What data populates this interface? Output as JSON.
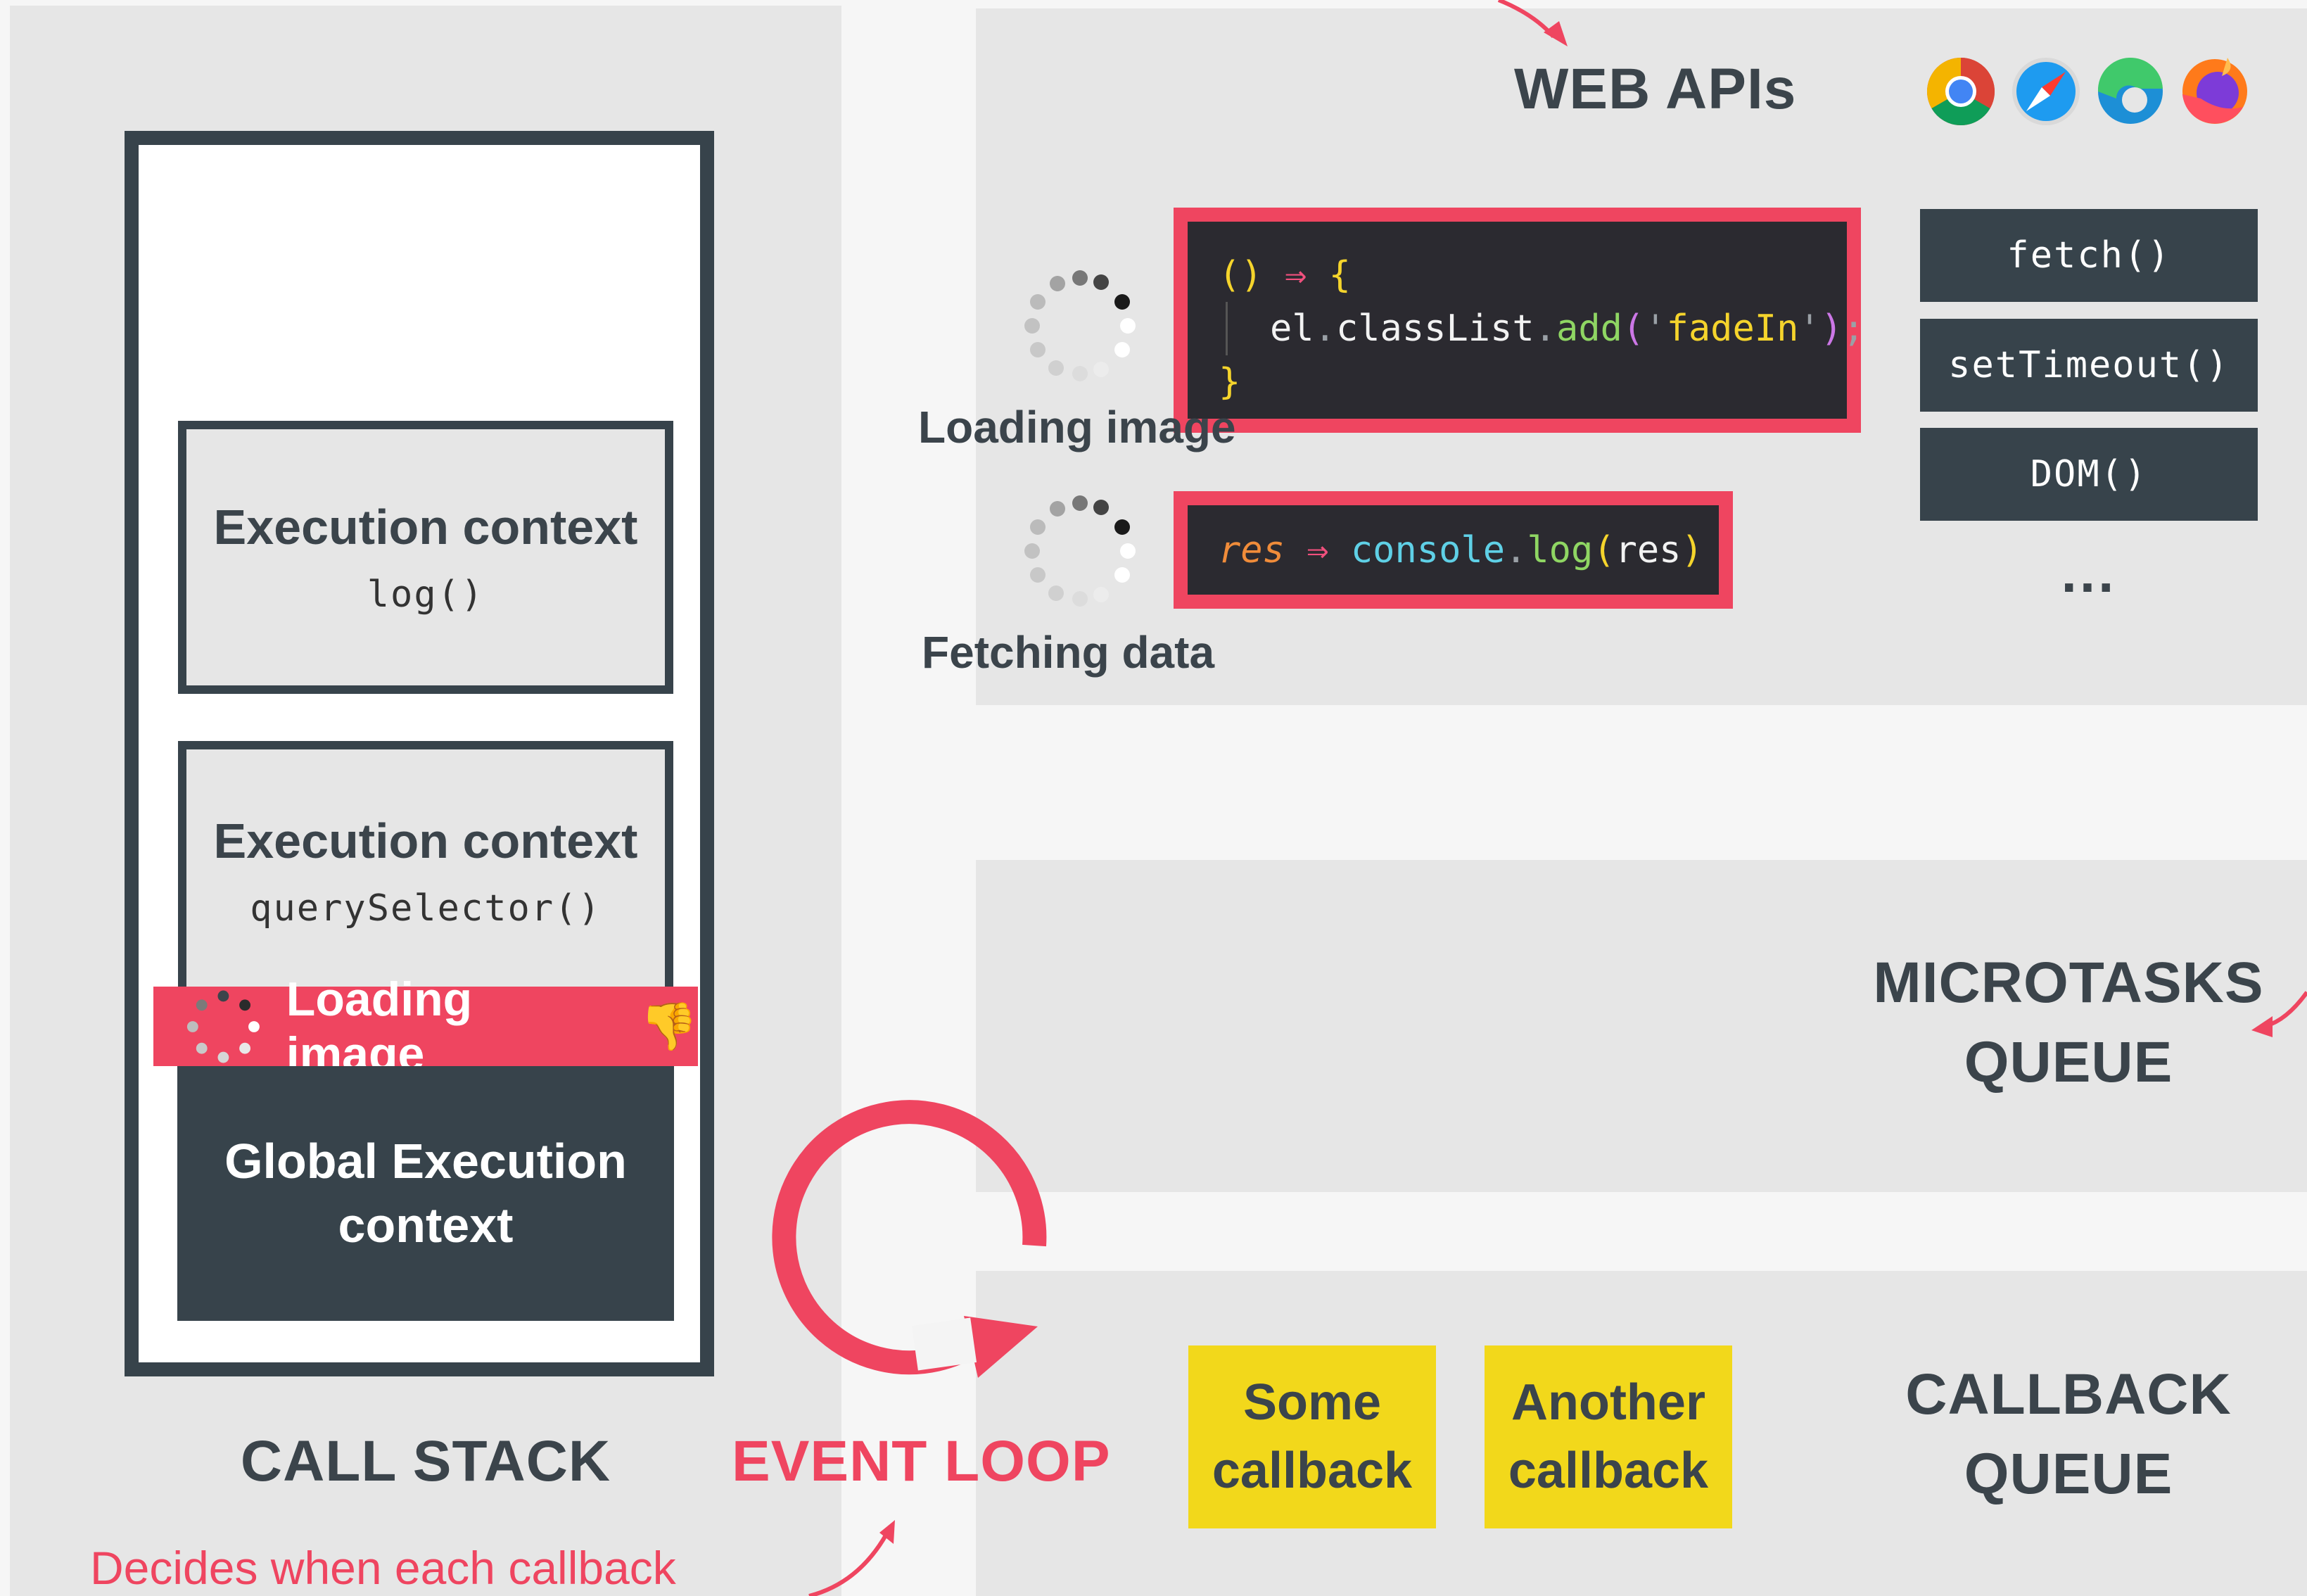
{
  "call_stack": {
    "label": "CALL STACK",
    "frames": [
      {
        "title": "Execution context",
        "code": "log()"
      },
      {
        "title": "Execution context",
        "code": "querySelector()"
      }
    ],
    "blocking_banner": {
      "text": "Loading image",
      "emoji": "👎"
    },
    "global": {
      "line1": "Global Execution",
      "line2": "context"
    }
  },
  "event_loop": {
    "label": "EVENT LOOP",
    "note": "Decides when each callback"
  },
  "web_apis": {
    "title": "WEB APIs",
    "browser_icons": [
      "chrome-icon",
      "safari-icon",
      "edge-icon",
      "firefox-icon"
    ],
    "tasks": [
      {
        "spinner_label": "Loading image",
        "code_lines": [
          "() ⇒ {",
          "el.classList.add('fadeIn');",
          "}"
        ]
      },
      {
        "spinner_label": "Fetching data",
        "code_lines": [
          "res ⇒ console.log(res)"
        ]
      }
    ],
    "apis": [
      "fetch()",
      "setTimeout()",
      "DOM()",
      "..."
    ]
  },
  "microtasks_queue": {
    "line1": "MICROTASKS",
    "line2": "QUEUE"
  },
  "callback_queue": {
    "line1": "CALLBACK",
    "line2": "QUEUE",
    "callbacks": [
      {
        "line1": "Some",
        "line2": "callback"
      },
      {
        "line1": "Another",
        "line2": "callback"
      }
    ]
  },
  "colors": {
    "accent": "#ef4560",
    "dark": "#37434b",
    "panel": "#e6e6e6",
    "callback": "#f2d81b"
  }
}
